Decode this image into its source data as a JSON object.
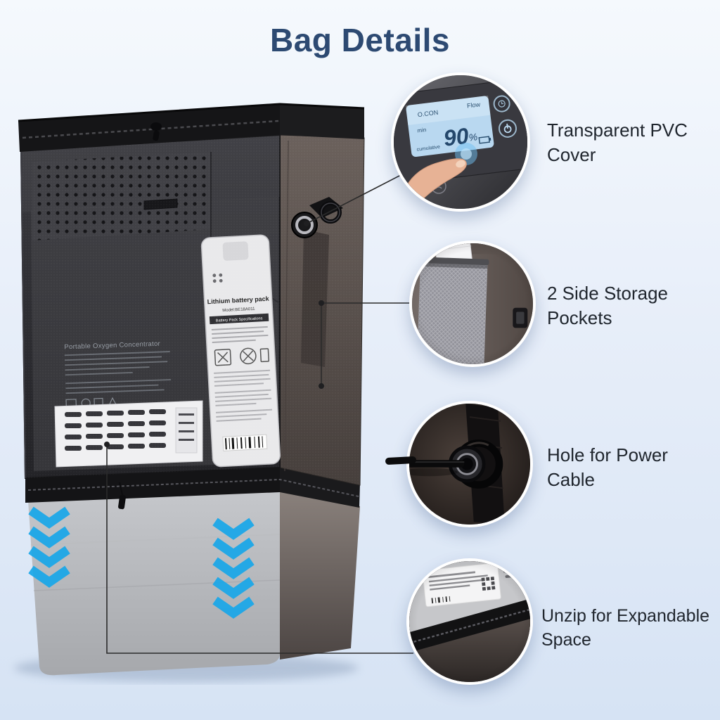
{
  "page": {
    "title": "Bag Details"
  },
  "callouts": [
    {
      "id": "pvc-cover",
      "label": "Transparent PVC Cover",
      "photo": "finger-touching-control-panel"
    },
    {
      "id": "side-pockets",
      "label": "2 Side Storage Pockets",
      "photo": "side-mesh-pocket-with-booklet"
    },
    {
      "id": "cable-hole",
      "label": "Hole for Power Cable",
      "photo": "power-cable-through-grommet"
    },
    {
      "id": "expandable",
      "label": "Unzip for Expandable Space",
      "photo": "bottom-zipper-corner"
    }
  ],
  "device": {
    "lcd": {
      "top_left": "O.CON",
      "top_right": "Flow",
      "value": "90",
      "unit": "%",
      "small_1": "min",
      "small_2": "cumulative"
    },
    "battery": {
      "title": "Lithium battery pack",
      "model": "Model:BE18A011",
      "spec": "Battery Pack Specifications"
    },
    "panel_text": "Portable Oxygen Concentrator"
  },
  "colors": {
    "background_top": "#f5f9fd",
    "background_bottom": "#d6e3f4",
    "title": "#2d4a72",
    "label_text": "#20262e",
    "chevron_blue": "#18a7e9",
    "lcd_blue": "#b9d8f0",
    "leader_line": "#2b2b2b"
  }
}
